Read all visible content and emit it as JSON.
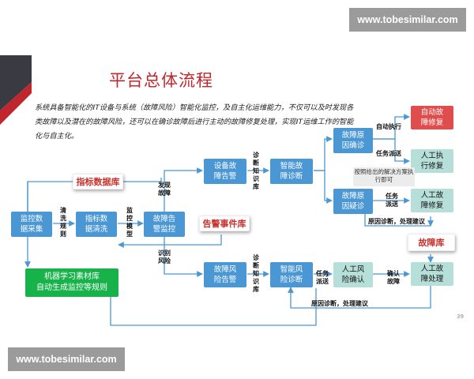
{
  "watermark": {
    "top": "www.tobesimilar.com",
    "bottom": "www.tobesimilar.com"
  },
  "title": "平台总体流程",
  "intro": "系统具备智能化的IT设备与系统（故障风险）智能化监控，及自主化运维能力，不仅可以及时发现各类故障以及潜在的故障风险，还可以在确诊故障后进行主动的故障修复处理，实现IT运维工作的智能化与自主化。",
  "headers": {
    "metrics_db": "指标数据库",
    "alarm_db": "告警事件库",
    "fault_db": "故障库"
  },
  "boxes": {
    "collect": "监控数据采集",
    "clean": "指标数据清洗",
    "fault_monitor": "故障告警监控",
    "device_alarm": "设备故障告警",
    "smart_fault_diag": "智能故障诊断",
    "confirm_diag": "故障原因确诊",
    "suspect_diag": "故障原因疑诊",
    "auto_repair": "自动故障修复",
    "manual_exec": "人工执行修复",
    "manual_fault_repair": "人工故障修复",
    "ml_lib": "机器学习素材库\n自动生成监控等规则",
    "risk_alarm": "故障风险告警",
    "smart_risk_diag": "智能风险诊断",
    "manual_risk_confirm": "人工风险确认",
    "manual_fault_handle": "人工故障处理"
  },
  "labels": {
    "clean_rule": "清洗规则",
    "monitor_model": "监控模型",
    "find_fault": "发现故障",
    "identify_risk": "识别风险",
    "diag_kb_1": "诊断知识库",
    "diag_kb_2": "诊断知识库",
    "auto_exec": "自动执行",
    "task_dispatch_1": "任务派送",
    "task_dispatch_2": "任务派送",
    "task_dispatch_3": "任务派送",
    "confirm_fault": "确认故障",
    "cause_1": "原因诊断，处理建议",
    "cause_2": "原因诊断，处理建议"
  },
  "note": "按照给出的解决方案执行即可",
  "page_number": "39",
  "colors": {
    "blue": "#4a97d3",
    "teal": "#b7dfd9",
    "red": "#e04d4d",
    "green": "#17b24a",
    "accent": "#c0272d"
  }
}
